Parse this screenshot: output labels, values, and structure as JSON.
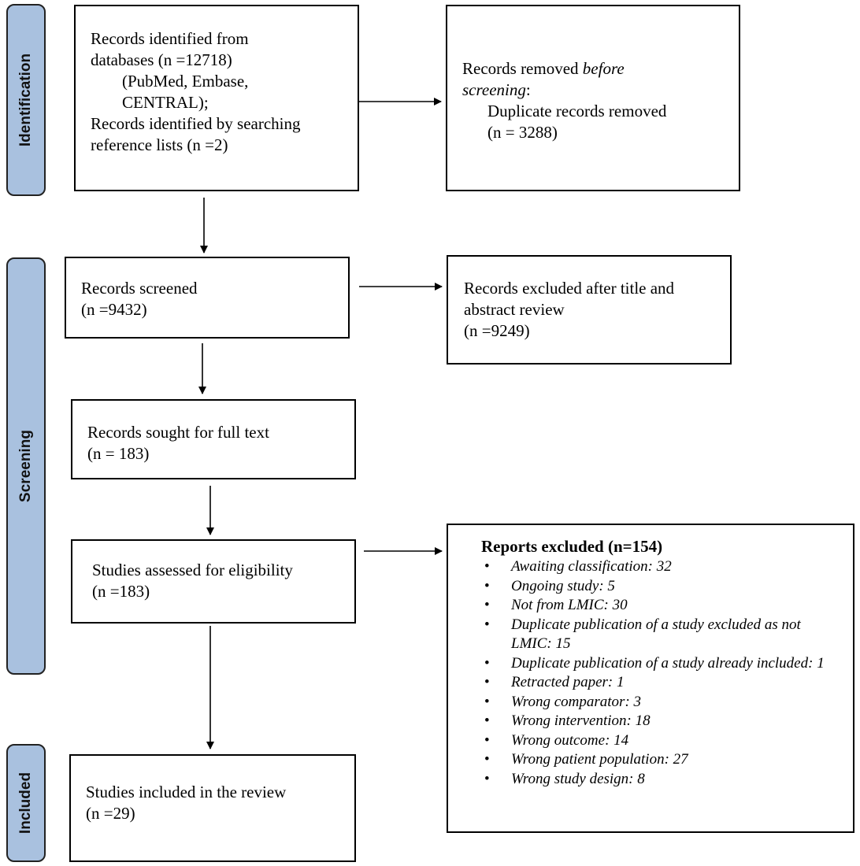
{
  "phases": {
    "identification": "Identification",
    "screening": "Screening",
    "included": "Included"
  },
  "identification": {
    "records_line1": "Records identified from",
    "records_line2": "databases (n =12718)",
    "records_line3": "(PubMed, Embase,",
    "records_line4": "CENTRAL);",
    "records_line5": "Records identified by searching",
    "records_line6": "reference lists (n =2)",
    "removed_line1_prefix": "Records removed ",
    "removed_line1_italic": "before",
    "removed_line2_italic": "screening",
    "removed_line2_suffix": ":",
    "removed_line3": "Duplicate records removed",
    "removed_line4": "(n = 3288)"
  },
  "screening": {
    "screened_line1": "Records screened",
    "screened_line2": "(n =9432)",
    "excluded_line1": "Records excluded after title and",
    "excluded_line2": "abstract review",
    "excluded_line3": "(n =9249)",
    "sought_line1": "Records sought for full text",
    "sought_line2": "(n = 183)",
    "assessed_line1": "Studies assessed for eligibility",
    "assessed_line2": "(n =183)"
  },
  "reports_excluded": {
    "title": "Reports excluded (n=154)",
    "items": [
      "Awaiting classification: 32",
      "Ongoing study: 5",
      "Not from LMIC: 30",
      "Duplicate publication of a study excluded as not LMIC: 15",
      "Duplicate publication of a study already included: 1",
      "Retracted paper: 1",
      "Wrong comparator: 3",
      "Wrong intervention: 18",
      "Wrong outcome: 14",
      "Wrong patient population: 27",
      "Wrong study design: 8"
    ]
  },
  "included": {
    "line1": "Studies included in the review",
    "line2": "(n =29)"
  }
}
